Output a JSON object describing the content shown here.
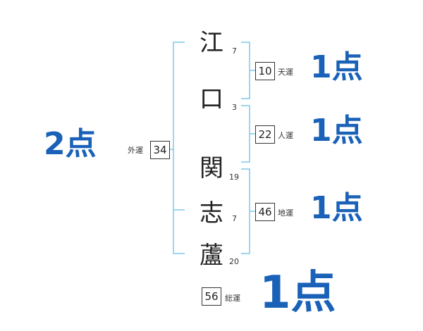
{
  "name_chars": [
    "江",
    "口",
    "関",
    "志",
    "蘆"
  ],
  "strokes": [
    "7",
    "3",
    "19",
    "7",
    "20"
  ],
  "fortunes": {
    "ten": {
      "value": "10",
      "label": "天運"
    },
    "jin": {
      "value": "22",
      "label": "人運"
    },
    "chi": {
      "value": "46",
      "label": "地運"
    },
    "gai": {
      "value": "34",
      "label": "外運"
    },
    "sou": {
      "value": "56",
      "label": "総運"
    }
  },
  "scores": {
    "ten": "1点",
    "jin": "1点",
    "chi": "1点",
    "gai": "2点",
    "sou": "1点"
  },
  "colors": {
    "bracket": "#7ec8ea",
    "score": "#1a62b8",
    "text": "#222222"
  }
}
